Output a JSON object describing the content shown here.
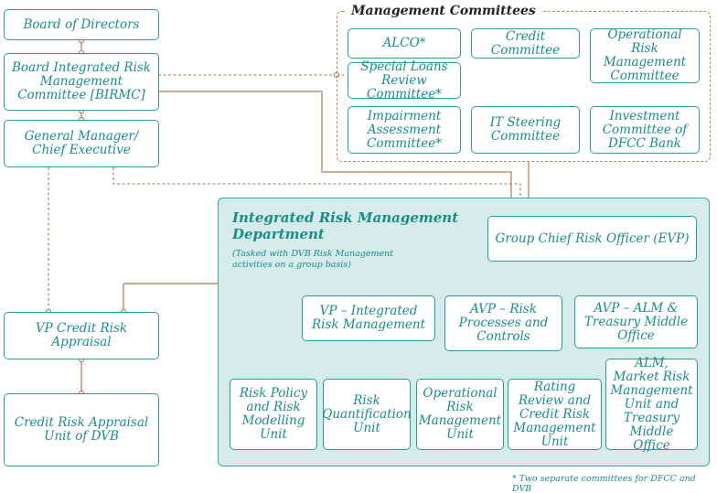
{
  "management_committees": {
    "title": "Management Committees",
    "alco": "ALCO*",
    "credit": "Credit Committee",
    "operational_risk": "Operational Risk Management Committee",
    "special_loans": "Special Loans Review Committee*",
    "impairment": "Impairment Assessment Committee*",
    "it_steering": "IT Steering Committee",
    "investment": "Investment Committee of DFCC Bank"
  },
  "left_column": {
    "board": "Board of Directors",
    "birmc": "Board Integrated Risk Management Committee [BIRMC]",
    "gm": "General Manager/ Chief Executive",
    "vp_credit": "VP Credit Risk Appraisal",
    "credit_unit": "Credit Risk Appraisal Unit of DVB"
  },
  "irmd": {
    "title": "Integrated Risk Management Department",
    "note": "(Tasked with DVB Risk Management activities on a group basis)",
    "gcro": "Group Chief Risk Officer (EVP)",
    "vp_irm": "VP – Integrated Risk Management",
    "avp_rpc": "AVP – Risk Processes and Controls",
    "avp_alm": "AVP – ALM & Treasury Middle Office",
    "risk_policy": "Risk Policy and Risk Modelling Unit",
    "risk_quant": "Risk Quantification Unit",
    "op_risk_unit": "Operational Risk Management Unit",
    "rating_review": "Rating Review and Credit Risk Management Unit",
    "alm_unit": "ALM, Market Risk Management Unit and Treasury Middle Office"
  },
  "footnote": "* Two separate committees for DFCC and DVB",
  "colors": {
    "teal": "#1a8c8a",
    "panel": "#d6ecea",
    "connector": "#b5784a"
  }
}
